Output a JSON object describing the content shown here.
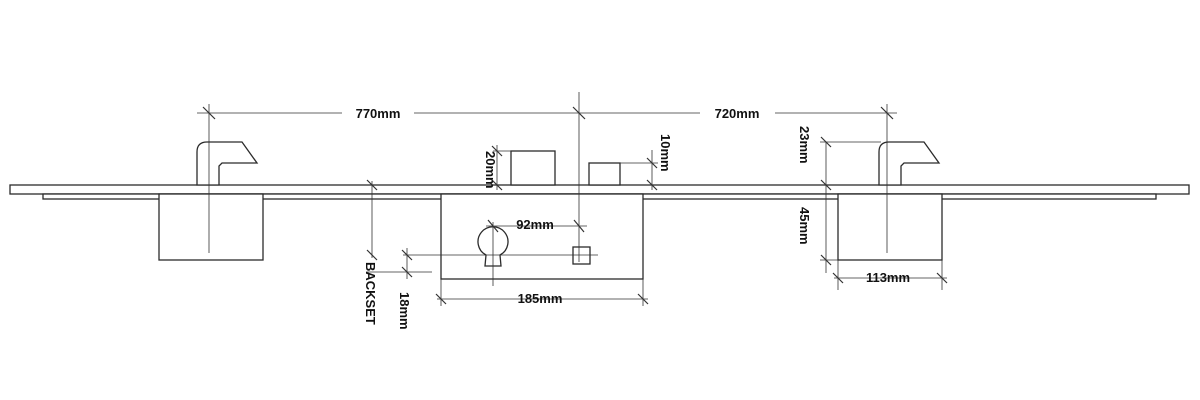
{
  "dimensions": {
    "left_bolt_span": "770mm",
    "right_bolt_span": "720mm",
    "cam_height": "20mm",
    "latch_height": "10mm",
    "hook_height": "23mm",
    "box_depth": "45mm",
    "centres": "92mm",
    "case_length": "185mm",
    "box_length": "113mm",
    "backset": "BACKSET",
    "cam_offset": "18mm"
  },
  "colors": {
    "stroke": "#2b2b2b",
    "background": "#ffffff"
  }
}
